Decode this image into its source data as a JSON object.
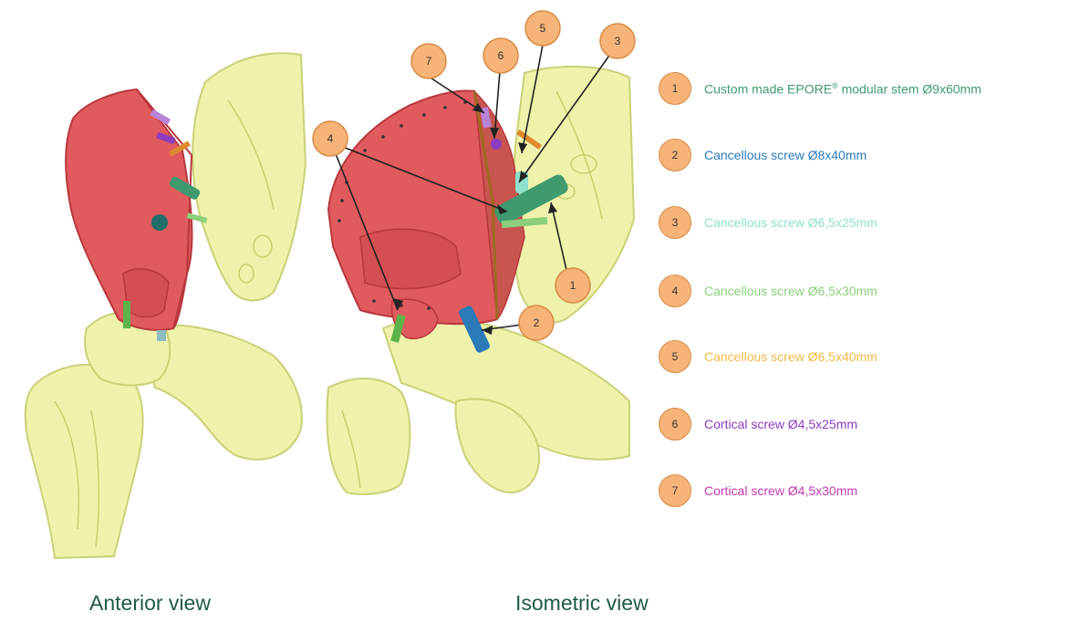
{
  "legend": [
    {
      "num": "1",
      "text": "Custom made EPORE",
      "sup": "®",
      "text2": " modular stem Ø9x60mm",
      "color": "#3f9a6e"
    },
    {
      "num": "2",
      "text": "Cancellous screw Ø8x40mm",
      "color": "#2a7ab8"
    },
    {
      "num": "3",
      "text": "Cancellous screw Ø6,5x25mm",
      "color": "#8fe0cc"
    },
    {
      "num": "4",
      "text": "Cancellous screw Ø6,5x30mm",
      "color": "#8ccf7c"
    },
    {
      "num": "5",
      "text": "Cancellous screw Ø6,5x40mm",
      "color": "#f4b944"
    },
    {
      "num": "6",
      "text": "Cortical screw Ø4,5x25mm",
      "color": "#8b3cc0"
    },
    {
      "num": "7",
      "text": "Cortical screw Ø4,5x30mm",
      "color": "#c13ab0"
    }
  ],
  "callouts": [
    "1",
    "2",
    "3",
    "4",
    "5",
    "6",
    "7"
  ],
  "captions": {
    "anterior": "Anterior view",
    "isometric": "Isometric view"
  },
  "colors": {
    "bone": "#eef2a6",
    "bone_outline": "#c8cf70",
    "implant": "#e05a5e",
    "implant_dark": "#b8383d",
    "callout_fill": "#f6b478",
    "callout_stroke": "#d98b44",
    "caption": "#1f5a47"
  }
}
